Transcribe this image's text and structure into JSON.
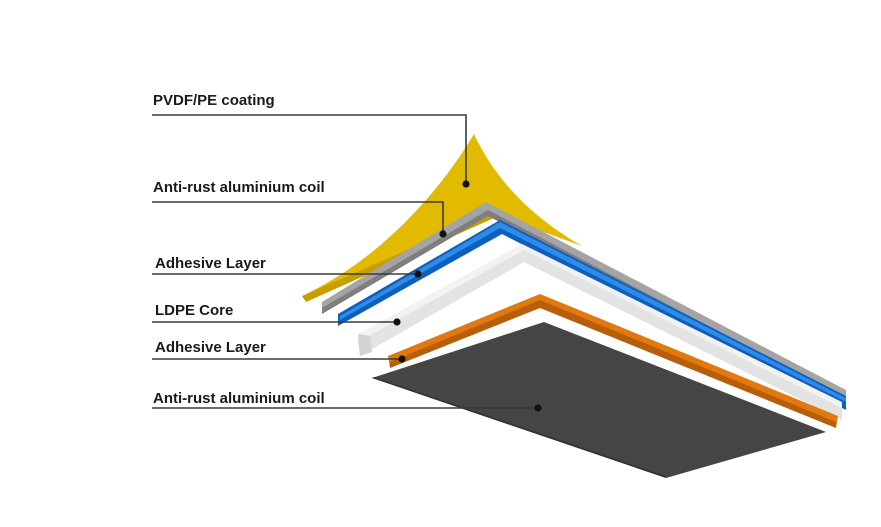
{
  "labels": [
    {
      "id": "pvdf",
      "text": "PVDF/PE coating"
    },
    {
      "id": "top-coil",
      "text": "Anti-rust aluminium coil"
    },
    {
      "id": "top-adhesive",
      "text": "Adhesive Layer"
    },
    {
      "id": "core",
      "text": "LDPE Core"
    },
    {
      "id": "bottom-adhesive",
      "text": "Adhesive Layer"
    },
    {
      "id": "bottom-coil",
      "text": "Anti-rust aluminium coil"
    }
  ],
  "colors": {
    "coating": "#E2BA00",
    "coil": "#9A9A9A",
    "blue": "#0C5EC0",
    "blue_light": "#2E8BE6",
    "core": "#EFEFEF",
    "core_shade": "#D6D6D6",
    "orange": "#E07A10",
    "orange_dark": "#B85E08",
    "base": "#454545"
  }
}
